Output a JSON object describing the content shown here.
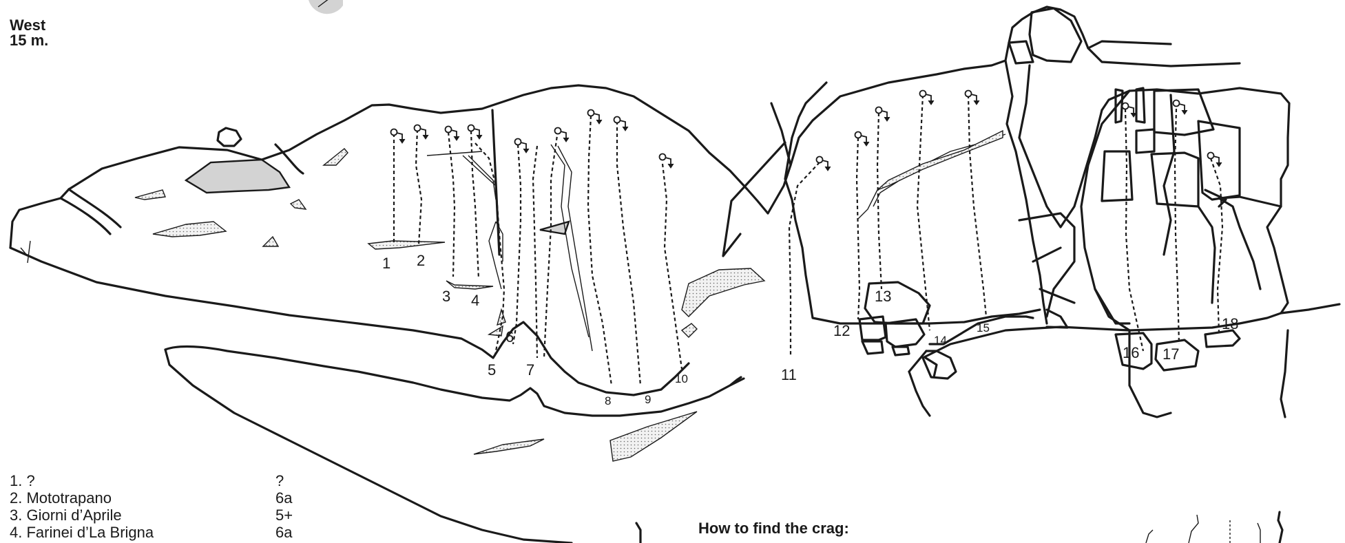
{
  "header": {
    "direction": "West",
    "height": "15 m."
  },
  "routes": [
    {
      "label": "1. ?",
      "grade": "?"
    },
    {
      "label": "2. Mototrapano",
      "grade": "6a"
    },
    {
      "label": "3. Giorni d’Aprile",
      "grade": "5+"
    },
    {
      "label": "4. Farinei d’La Brigna",
      "grade": "6a"
    }
  ],
  "route_numbers": [
    "1",
    "2",
    "3",
    "4",
    "5",
    "6",
    "7",
    "8",
    "9",
    "10",
    "11",
    "12",
    "13",
    "14",
    "15",
    "16",
    "17",
    "18"
  ],
  "howto": {
    "title": "How to find the crag:"
  },
  "colors": {
    "ink": "#1a1a1a",
    "shade": "#d3d3d3"
  }
}
